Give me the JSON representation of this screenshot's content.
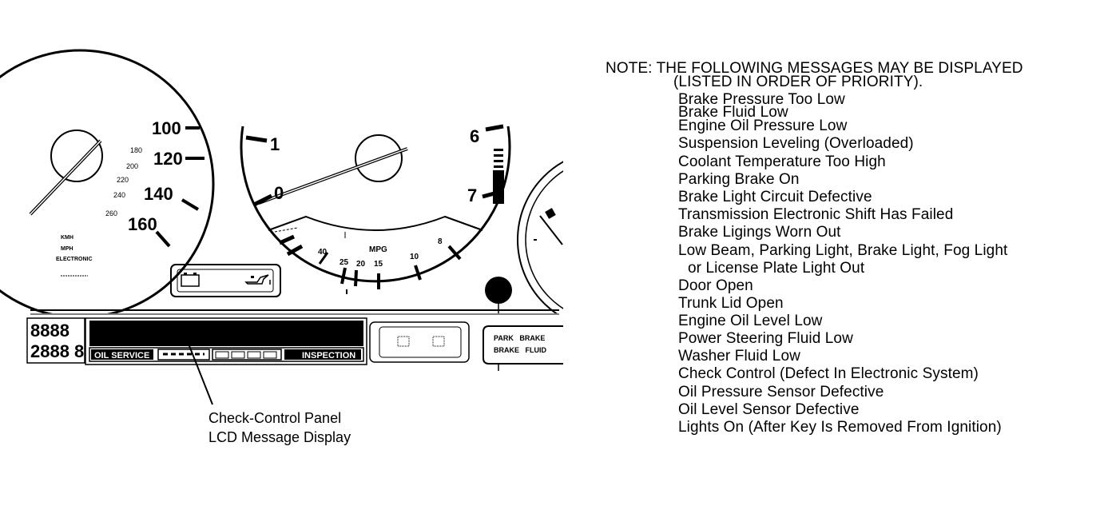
{
  "speedometer": {
    "major_ticks": [
      "100",
      "120",
      "140",
      "160"
    ],
    "kmh_ticks": [
      "180",
      "200",
      "220",
      "240",
      "260"
    ],
    "legend_lines": [
      "KMH",
      "MPH",
      "ELECTRONIC"
    ]
  },
  "tachometer": {
    "ticks": [
      "0",
      "1",
      "6",
      "7"
    ],
    "mpg_label": "MPG",
    "mpg_ticks": [
      "40",
      "25",
      "20",
      "15",
      "10",
      "8"
    ]
  },
  "odometer_digits": [
    "8888",
    "2888 8"
  ],
  "lcd_segments": [
    "OIL SERVICE",
    "INSPECTION"
  ],
  "warning_lights": {
    "line1": "PARK   BRAKE",
    "line2": "BRAKE   FLUID"
  },
  "callout": {
    "line1": "Check-Control Panel",
    "line2": "LCD Message Display"
  },
  "note": {
    "line1": "NOTE:  THE FOLLOWING MESSAGES MAY BE DISPLAYED",
    "line2": "(LISTED IN ORDER OF PRIORITY).",
    "messages": [
      "Brake Pressure Too Low",
      "Brake Fluid Low",
      "Engine Oil Pressure Low",
      "Suspension Leveling (Overloaded)",
      "Coolant Temperature Too High",
      "Parking Brake On",
      "Brake Light Circuit Defective",
      "Transmission Electronic Shift Has Failed",
      "Brake Ligings Worn Out",
      "Low Beam, Parking Light, Brake Light, Fog Light",
      "or License Plate Light Out",
      "Door Open",
      "Trunk Lid Open",
      "Engine Oil Level Low",
      "Power Steering Fluid Low",
      "Washer Fluid Low",
      "Check Control (Defect In Electronic System)",
      "Oil Pressure Sensor Defective",
      "Oil Level Sensor Defective",
      "Lights On (After Key Is Removed From Ignition)"
    ]
  }
}
